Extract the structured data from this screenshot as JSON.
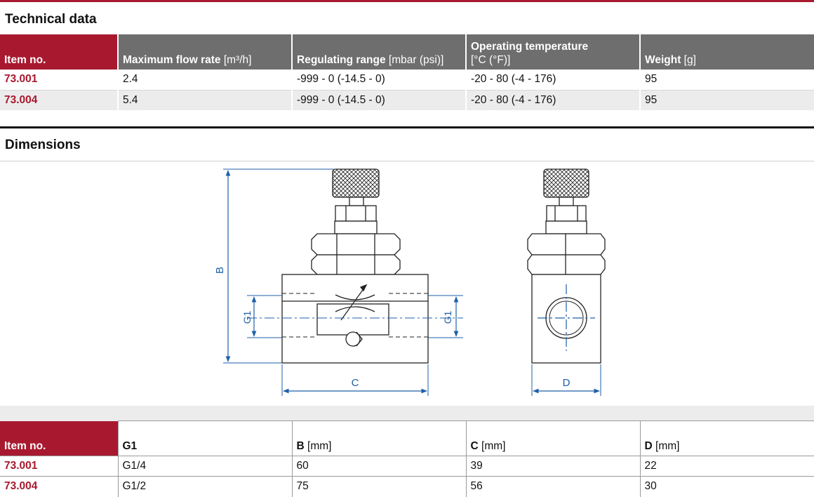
{
  "technical": {
    "title": "Technical data",
    "headers": {
      "item": {
        "bold": "Item no.",
        "unit": ""
      },
      "flow": {
        "bold": "Maximum flow rate",
        "unit": " [m³/h]"
      },
      "range": {
        "bold": "Regulating range",
        "unit": " [mbar (psi)]"
      },
      "temp": {
        "bold": "Operating temperature",
        "unit": "[°C (°F)]"
      },
      "weight": {
        "bold": "Weight",
        "unit": " [g]"
      }
    },
    "rows": [
      {
        "item": "73.001",
        "flow": "2.4",
        "range": "-999 - 0 (-14.5 - 0)",
        "temp": "-20 - 80 (-4 - 176)",
        "weight": "95"
      },
      {
        "item": "73.004",
        "flow": "5.4",
        "range": "-999 - 0 (-14.5 - 0)",
        "temp": "-20 - 80 (-4 - 176)",
        "weight": "95"
      }
    ]
  },
  "dimensions": {
    "title": "Dimensions",
    "drawing_labels": {
      "b": "B",
      "c": "C",
      "d": "D",
      "g1_left": "G1",
      "g1_right": "G1"
    },
    "headers": {
      "item": {
        "bold": "Item no.",
        "unit": ""
      },
      "g1": {
        "bold": "G1",
        "unit": ""
      },
      "b": {
        "bold": "B",
        "unit": " [mm]"
      },
      "c": {
        "bold": "C",
        "unit": " [mm]"
      },
      "d": {
        "bold": "D",
        "unit": " [mm]"
      }
    },
    "rows": [
      {
        "item": "73.001",
        "g1": "G1/4",
        "b": "60",
        "c": "39",
        "d": "22"
      },
      {
        "item": "73.004",
        "g1": "G1/2",
        "b": "75",
        "c": "56",
        "d": "30"
      }
    ]
  },
  "colors": {
    "accent": "#a8192f",
    "header_gray": "#6e6e6e",
    "dimension_blue": "#1f5fa8"
  }
}
